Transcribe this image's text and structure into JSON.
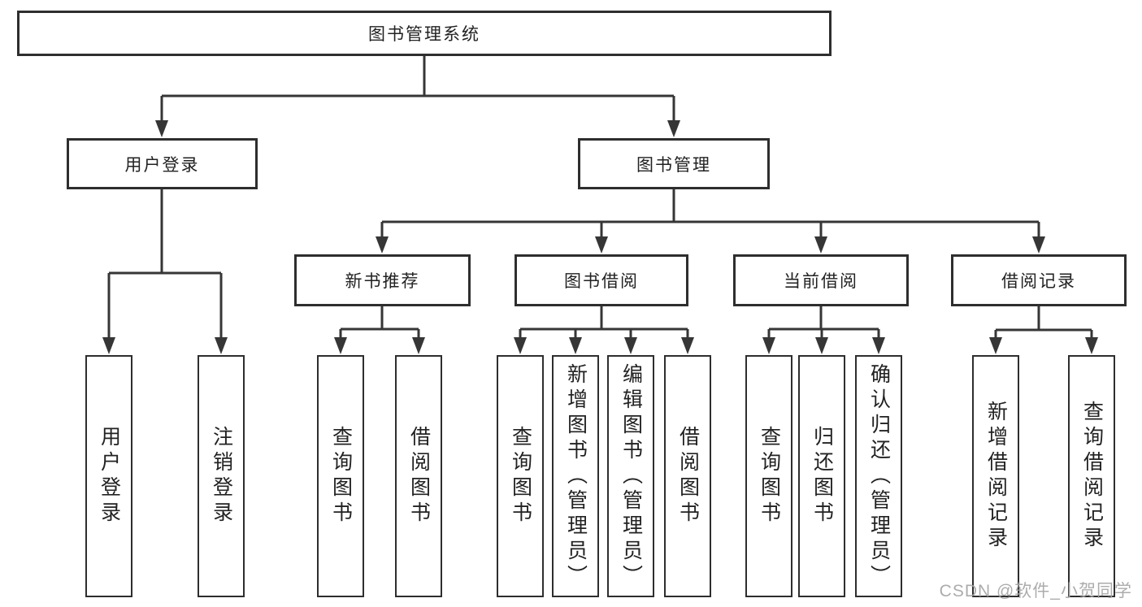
{
  "colors": {
    "line": "#363636",
    "border": "#2e2e2e",
    "text": "#222222",
    "watermark": "#a4a4a4",
    "background": "#ffffff"
  },
  "watermark": {
    "text": "CSDN @软件_小贺同学"
  },
  "nodes": {
    "root": "图书管理系统",
    "user_login": "用户登录",
    "book_management": "图书管理",
    "new_book_recommend": "新书推荐",
    "book_borrow": "图书借阅",
    "current_borrow": "当前借阅",
    "borrow_records": "借阅记录",
    "leaf_user_login": "用户登录",
    "leaf_logout": "注销登录",
    "leaf_query_books_1": "查询图书",
    "leaf_borrow_books_1": "借阅图书",
    "leaf_query_books_2": "查询图书",
    "leaf_add_book": "新增图书（管理员）",
    "leaf_edit_book": "编辑图书（管理员）",
    "leaf_borrow_books_2": "借阅图书",
    "leaf_query_books_3": "查询图书",
    "leaf_return_book": "归还图书",
    "leaf_confirm_return": "确认归还（管理员）",
    "leaf_add_record": "新增借阅记录",
    "leaf_query_record": "查询借阅记录"
  },
  "tree": {
    "label": "图书管理系统",
    "children": [
      {
        "label": "用户登录",
        "children": [
          {
            "label": "用户登录"
          },
          {
            "label": "注销登录"
          }
        ]
      },
      {
        "label": "图书管理",
        "children": [
          {
            "label": "新书推荐",
            "children": [
              {
                "label": "查询图书"
              },
              {
                "label": "借阅图书"
              }
            ]
          },
          {
            "label": "图书借阅",
            "children": [
              {
                "label": "查询图书"
              },
              {
                "label": "新增图书（管理员）"
              },
              {
                "label": "编辑图书（管理员）"
              },
              {
                "label": "借阅图书"
              }
            ]
          },
          {
            "label": "当前借阅",
            "children": [
              {
                "label": "查询图书"
              },
              {
                "label": "归还图书"
              },
              {
                "label": "确认归还（管理员）"
              }
            ]
          },
          {
            "label": "借阅记录",
            "children": [
              {
                "label": "新增借阅记录"
              },
              {
                "label": "查询借阅记录"
              }
            ]
          }
        ]
      }
    ]
  }
}
